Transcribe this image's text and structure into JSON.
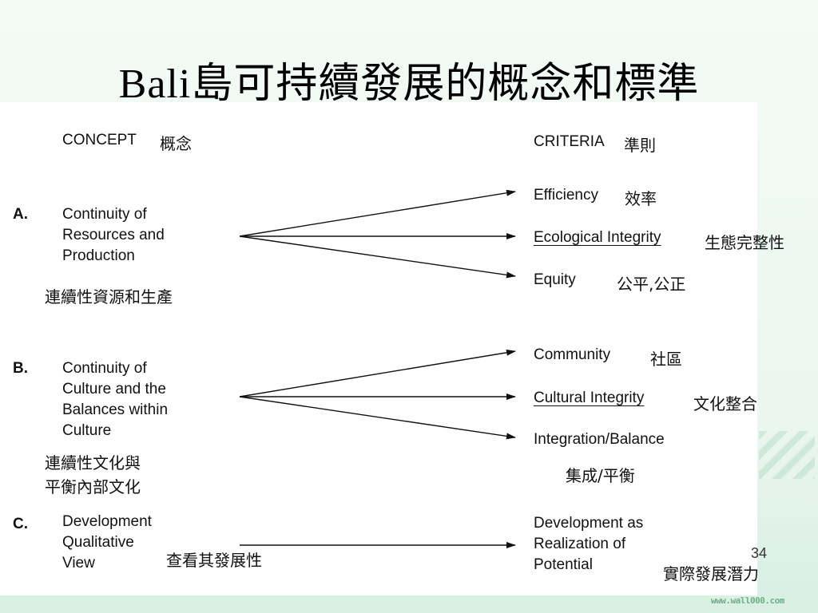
{
  "title": "Bali島可持續發展的概念和標準",
  "header": {
    "concept_en": "CONCEPT",
    "concept_zh": "概念",
    "criteria_en": "CRITERIA",
    "criteria_zh": "準則"
  },
  "sections": [
    {
      "label": "A.",
      "concept_lines": [
        "Continuity of",
        "Resources and",
        "Production"
      ],
      "concept_zh": "連續性資源和生產",
      "criteria": [
        {
          "en": "Efficiency",
          "zh": "效率"
        },
        {
          "en": "Ecological Integrity",
          "zh": "生態完整性"
        },
        {
          "en": "Equity",
          "zh": "公平,公正"
        }
      ]
    },
    {
      "label": "B.",
      "concept_lines": [
        "Continuity of",
        "Culture and the",
        "Balances within",
        "Culture"
      ],
      "concept_zh_lines": [
        "連續性文化與",
        "平衡內部文化"
      ],
      "criteria": [
        {
          "en": "Community",
          "zh": "社區"
        },
        {
          "en": "Cultural Integrity",
          "zh": "文化整合"
        },
        {
          "en": "Integration/Balance",
          "zh": "集成/平衡"
        }
      ]
    },
    {
      "label": "C.",
      "concept_lines": [
        "Development",
        "Qualitative",
        "View"
      ],
      "concept_zh": "查看其發展性",
      "criteria": [
        {
          "en_lines": [
            "Development as",
            "Realization of",
            "Potential"
          ],
          "zh": "實際發展潛力"
        }
      ]
    }
  ],
  "page_number": "34",
  "watermark": "www.wall000.com"
}
